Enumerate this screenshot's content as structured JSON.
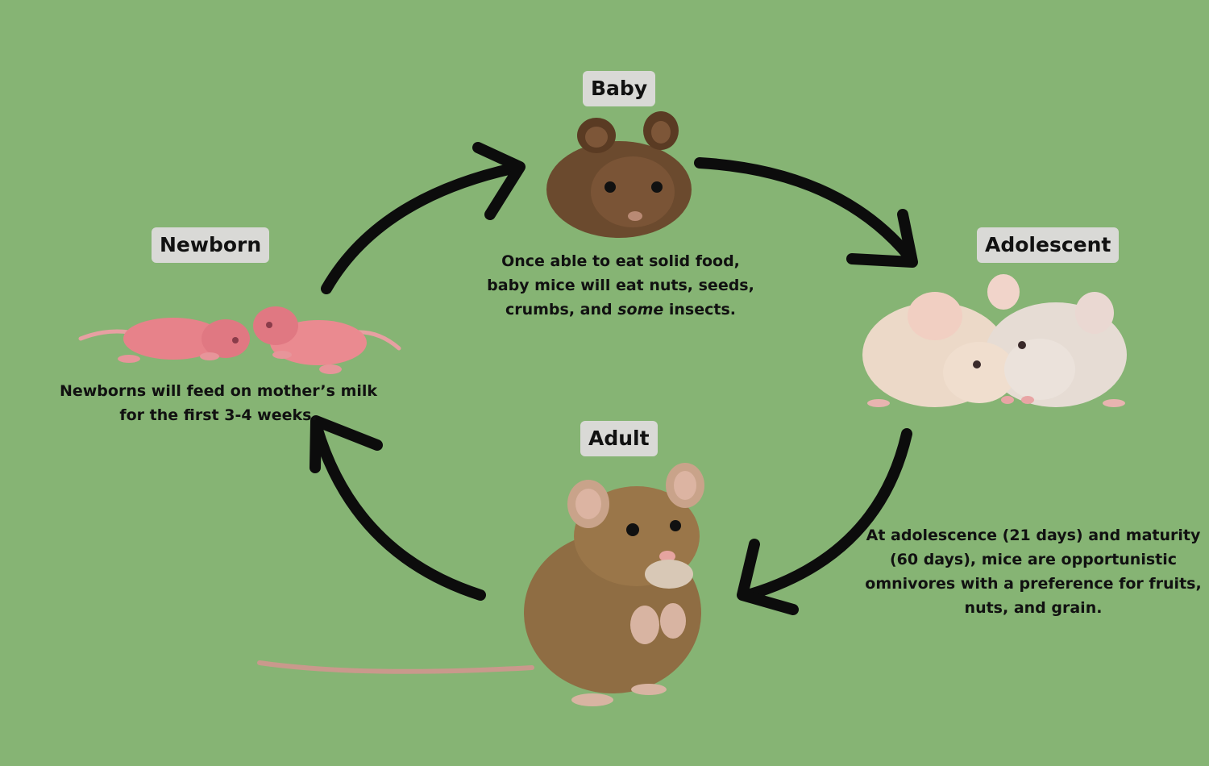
{
  "stages": {
    "baby": {
      "label": "Baby",
      "desc_line1": "Once able to eat solid food,",
      "desc_line2": "baby mice will eat nuts, seeds,",
      "desc_line3a": "crumbs, and ",
      "desc_line3_em": "some",
      "desc_line3b": " insects."
    },
    "adolescent": {
      "label": "Adolescent",
      "desc_line1": "At adolescence (21 days) and maturity",
      "desc_line2": "(60 days), mice are opportunistic",
      "desc_line3": "omnivores with a preference for fruits,",
      "desc_line4": "nuts, and grain."
    },
    "adult": {
      "label": "Adult"
    },
    "newborn": {
      "label": "Newborn",
      "desc_line1": "Newborns will feed on mother’s milk",
      "desc_line2": "for the first 3-4 weeks."
    }
  },
  "colors": {
    "background": "#86b474",
    "label_bg": "#d9d9d6",
    "arrow": "#0c0c0c",
    "baby_mouse": "#6b4a2e",
    "adolescent_mouse": "#ecd9c8",
    "adult_mouse": "#8f6d43",
    "newborn_mouse": "#e7828a"
  }
}
